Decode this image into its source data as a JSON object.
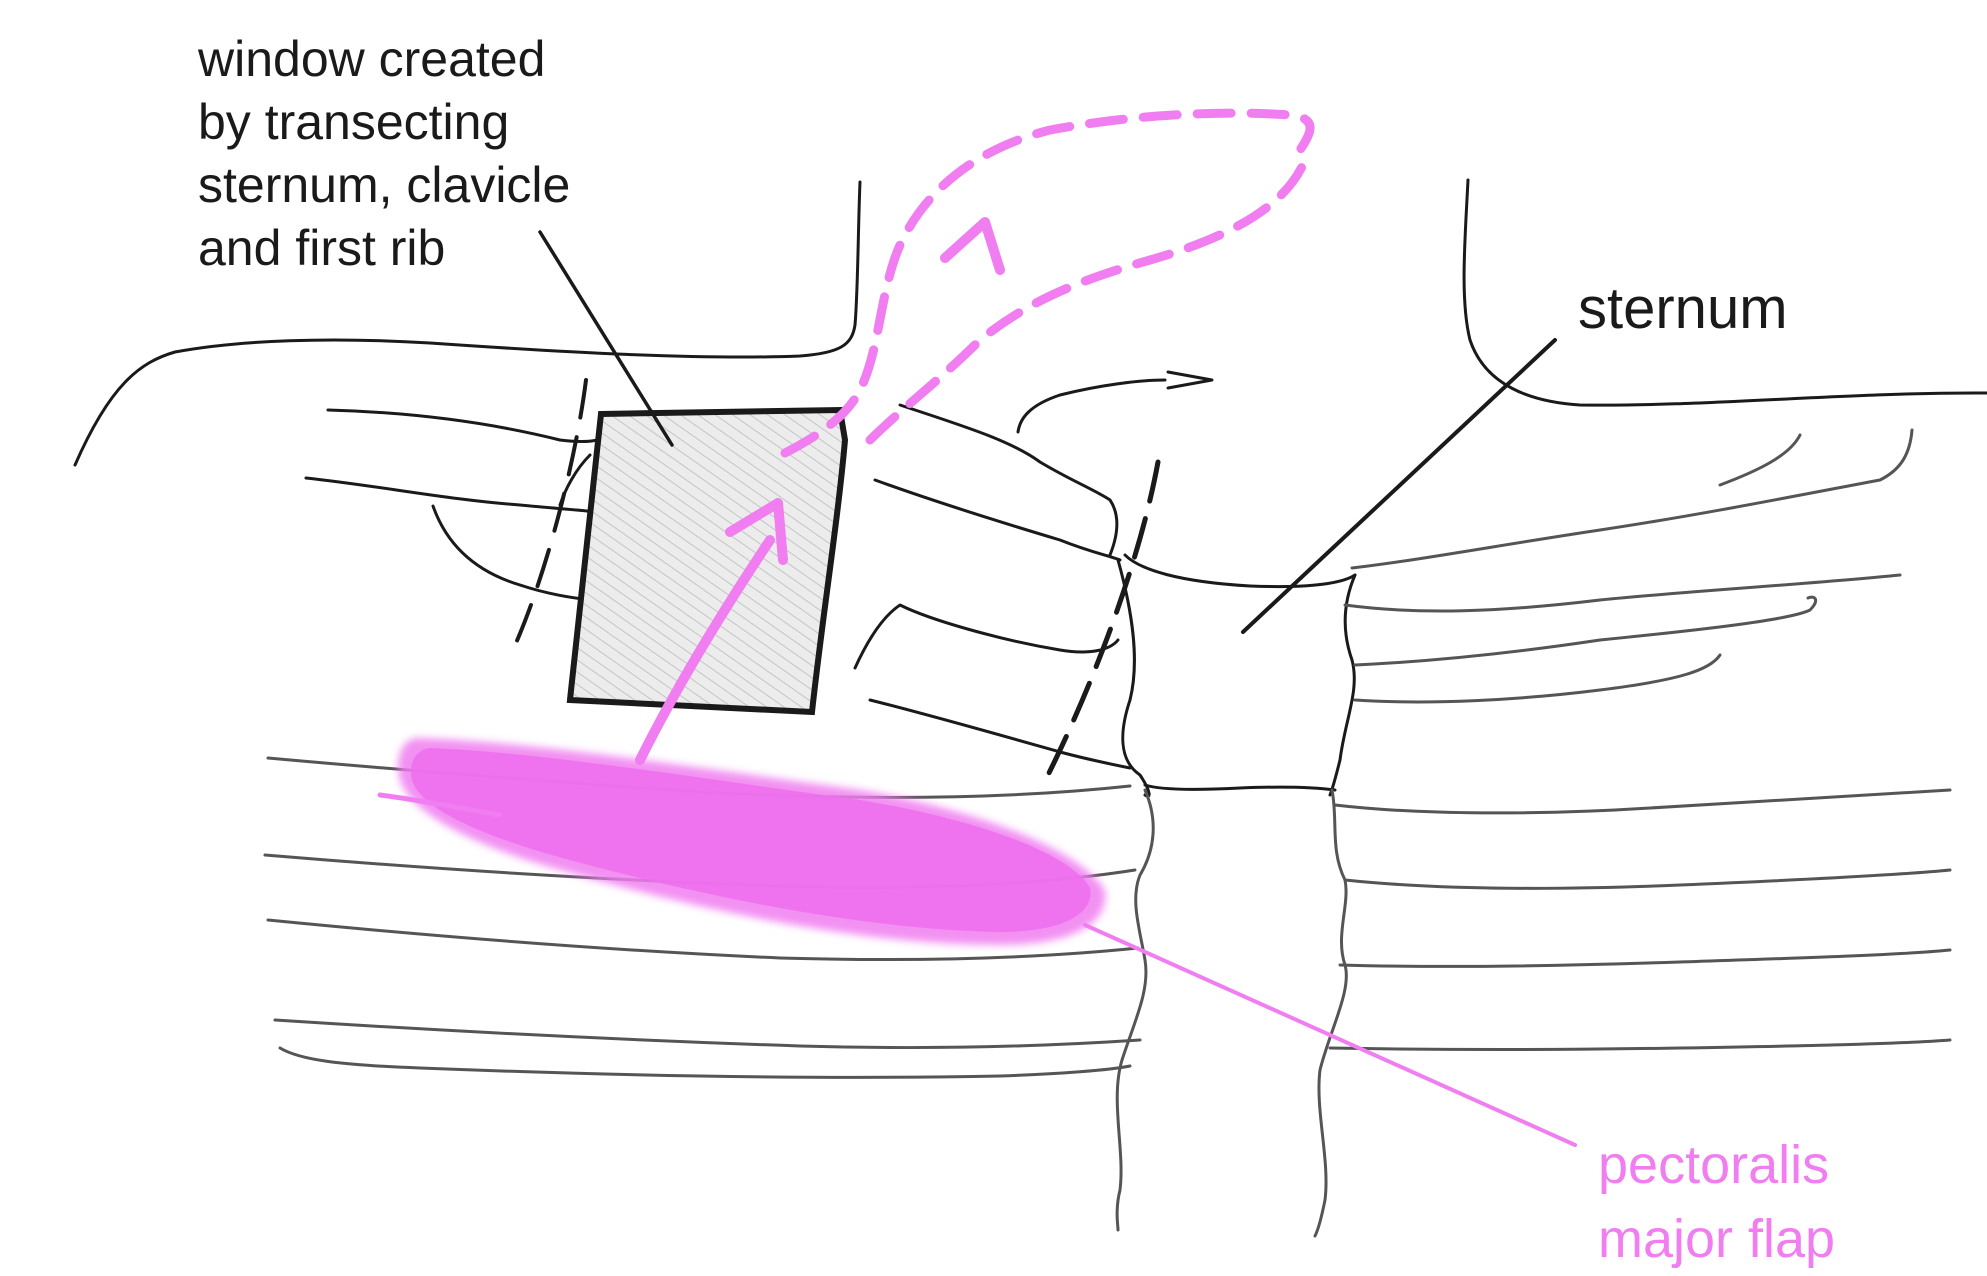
{
  "labels": {
    "window": [
      "window created",
      "by transecting",
      "sternum, clavicle",
      "and first rib"
    ],
    "sternum": "sternum",
    "flap": [
      "pectoralis",
      "major flap"
    ]
  },
  "colors": {
    "ink": "#1a1a1a",
    "accent": "#f07ef0",
    "window_fill": "#e4e4e4"
  }
}
